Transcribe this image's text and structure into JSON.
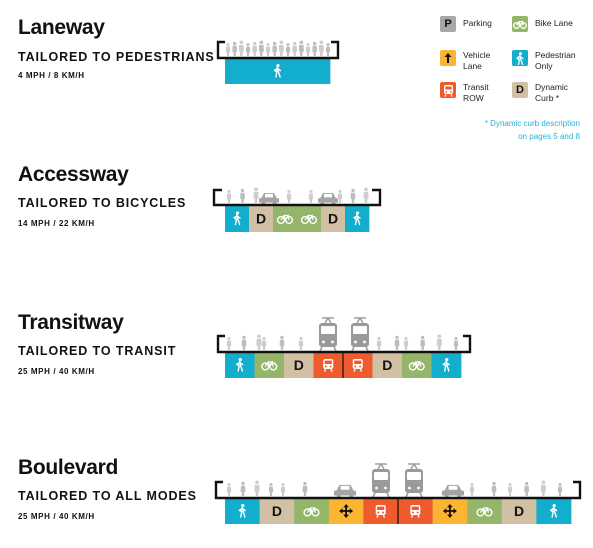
{
  "colors": {
    "pedestrian": "#13aecd",
    "bike": "#95b56a",
    "dynamic": "#d2c0a5",
    "transit": "#ee5b2c",
    "vehicle": "#fbb533",
    "parking": "#a7a7a7",
    "outline": "#111111",
    "people": "#cdcdcd",
    "vehicles": "#a4a4a4"
  },
  "segment_labels": {
    "pedestrian": "pedestrian-icon",
    "bike": "bicycle-icon",
    "dynamic": "D",
    "transit": "train-icon",
    "vehicle": "intersection-arrows-icon",
    "parking": "P"
  },
  "streets": [
    {
      "id": "laneway",
      "name": "Laneway",
      "subtitle": "TAILORED TO PEDESTRIANS",
      "speed": "4 MPH / 8 KM/H",
      "segments": [
        "pedestrian"
      ]
    },
    {
      "id": "accessway",
      "name": "Accessway",
      "subtitle": "TAILORED TO BICYCLES",
      "speed": "14 MPH / 22 KM/H",
      "segments": [
        "pedestrian",
        "dynamic",
        "bike",
        "bike",
        "dynamic",
        "pedestrian"
      ]
    },
    {
      "id": "transitway",
      "name": "Transitway",
      "subtitle": "TAILORED TO TRANSIT",
      "speed": "25 MPH / 40 KM/H",
      "segments": [
        "pedestrian",
        "bike",
        "dynamic",
        "transit",
        "transit",
        "dynamic",
        "bike",
        "pedestrian"
      ]
    },
    {
      "id": "boulevard",
      "name": "Boulevard",
      "subtitle": "TAILORED TO ALL MODES",
      "speed": "25 MPH / 40 KM/H",
      "segments": [
        "pedestrian",
        "dynamic",
        "bike",
        "vehicle",
        "transit",
        "transit",
        "vehicle",
        "bike",
        "dynamic",
        "pedestrian"
      ]
    }
  ],
  "legend": [
    {
      "key": "parking",
      "label": "Parking",
      "glyph": "P"
    },
    {
      "key": "bike",
      "label": "Bike Lane",
      "glyph": "bicycle-icon"
    },
    {
      "key": "vehicle",
      "label": "Vehicle Lane",
      "glyph": "up-arrow-icon"
    },
    {
      "key": "pedestrian",
      "label": "Pedestrian Only",
      "glyph": "pedestrian-icon"
    },
    {
      "key": "transit",
      "label": "Transit ROW",
      "glyph": "train-icon"
    },
    {
      "key": "dynamic",
      "label": "Dynamic Curb *",
      "glyph": "D"
    }
  ],
  "note": {
    "line1": "* Dynamic curb description",
    "line2": "on pages 5 and 8"
  }
}
